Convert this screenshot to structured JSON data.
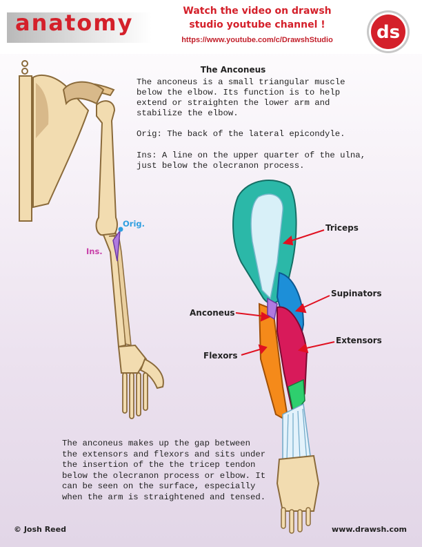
{
  "header": {
    "logo_text": "anatomy",
    "promo_line1": "Watch the video on drawsh",
    "promo_line2": "studio youtube channel !",
    "promo_url": "https://www.youtube.com/c/DrawshStudio",
    "badge_text": "ds"
  },
  "content": {
    "title": "The Anconeus",
    "description": "The anconeus is a small triangular muscle below the elbow.  Its function is to help extend or straighten the lower arm and stabilize the elbow.",
    "origin": "Orig:  The back of the lateral epicondyle.",
    "insertion": "Ins:  A line on the upper quarter of the ulna, just below the olecranon process.",
    "bottom_note": "The anconeus makes up the gap between the extensors and flexors and sits under the insertion of the the tricep tendon below the olecranon process or elbow.  It can be seen on the surface, especially when the arm is straightened and tensed."
  },
  "skeleton_labels": {
    "orig": "Orig.",
    "ins": "Ins."
  },
  "muscle_labels": {
    "triceps": "Triceps",
    "supinators": "Supinators",
    "anconeus": "Anconeus",
    "extensors": "Extensors",
    "flexors": "Flexors"
  },
  "footer": {
    "copyright": "© Josh Reed",
    "website": "www.drawsh.com"
  },
  "colors": {
    "brand_red": "#d4202a",
    "triceps": "#2bb8a8",
    "supinators": "#1d8fd8",
    "extensors": "#d81a5a",
    "flexors": "#f58a1a",
    "anconeus": "#b07ae0",
    "bone": "#f2dcb0",
    "orig_dot": "#2f9fe0",
    "ins_label": "#c83fa8"
  }
}
